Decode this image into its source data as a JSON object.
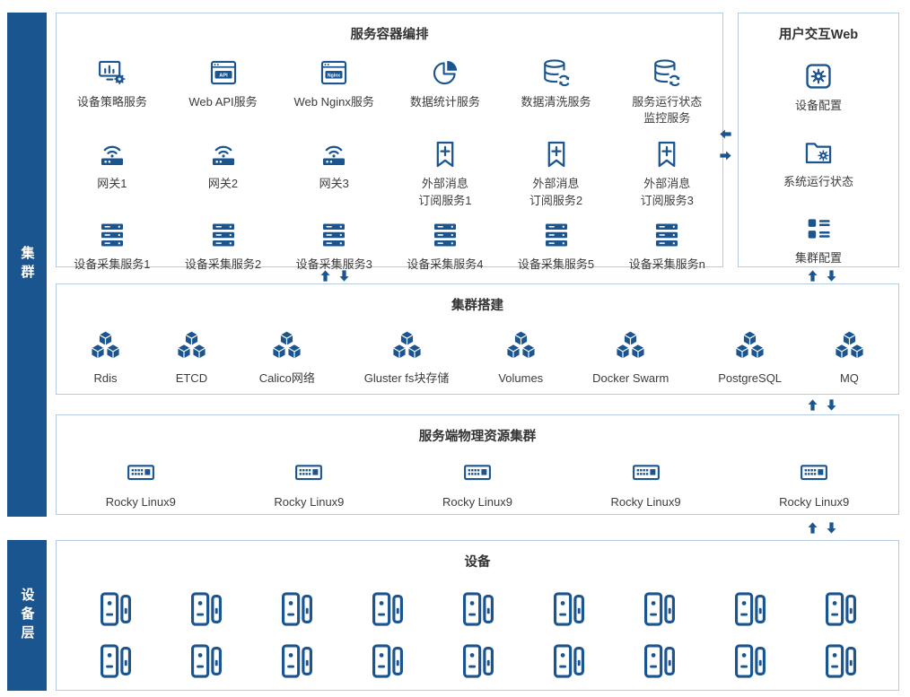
{
  "colors": {
    "primary": "#1a5590",
    "box_border": "#b5cbe0",
    "title_text": "#333333",
    "label_text": "#3c3c3c"
  },
  "sidebars": {
    "cluster": "集群",
    "device_layer": "设备层"
  },
  "orchestration": {
    "title": "服务容器编排",
    "row1": [
      {
        "label": "设备策略服务",
        "icon": "monitor-stats-gear-icon"
      },
      {
        "label": "Web API服务",
        "icon": "browser-window-icon",
        "badge": "API"
      },
      {
        "label": "Web Nginx服务",
        "icon": "browser-window-icon",
        "badge": "Nginx"
      },
      {
        "label": "数据统计服务",
        "icon": "pie-chart-icon"
      },
      {
        "label": "数据清洗服务",
        "icon": "database-sync-icon"
      },
      {
        "label": "服务运行状态\n监控服务",
        "icon": "database-sync-icon"
      }
    ],
    "row2": [
      {
        "label": "网关1",
        "icon": "gateway-icon"
      },
      {
        "label": "网关2",
        "icon": "gateway-icon"
      },
      {
        "label": "网关3",
        "icon": "gateway-icon"
      },
      {
        "label": "外部消息\n订阅服务1",
        "icon": "bookmark-plus-icon"
      },
      {
        "label": "外部消息\n订阅服务2",
        "icon": "bookmark-plus-icon"
      },
      {
        "label": "外部消息\n订阅服务3",
        "icon": "bookmark-plus-icon"
      }
    ],
    "row3": [
      {
        "label": "设备采集服务1",
        "icon": "server-stack-icon"
      },
      {
        "label": "设备采集服务2",
        "icon": "server-stack-icon"
      },
      {
        "label": "设备采集服务3",
        "icon": "server-stack-icon"
      },
      {
        "label": "设备采集服务4",
        "icon": "server-stack-icon"
      },
      {
        "label": "设备采集服务5",
        "icon": "server-stack-icon"
      },
      {
        "label": "设备采集服务n",
        "icon": "server-stack-icon"
      }
    ]
  },
  "web_panel": {
    "title": "用户交互Web",
    "items": [
      {
        "label": "设备配置",
        "icon": "gear-square-icon"
      },
      {
        "label": "系统运行状态",
        "icon": "folder-gear-icon"
      },
      {
        "label": "集群配置",
        "icon": "cluster-config-icon"
      }
    ]
  },
  "cluster_setup": {
    "title": "集群搭建",
    "items": [
      {
        "label": "Rdis",
        "icon": "cubes-icon"
      },
      {
        "label": "ETCD",
        "icon": "cubes-icon"
      },
      {
        "label": "Calico网络",
        "icon": "cubes-icon"
      },
      {
        "label": "Gluster fs块存储",
        "icon": "cubes-icon"
      },
      {
        "label": "Volumes",
        "icon": "cubes-icon"
      },
      {
        "label": "Docker Swarm",
        "icon": "cubes-icon"
      },
      {
        "label": "PostgreSQL",
        "icon": "cubes-icon"
      },
      {
        "label": "MQ",
        "icon": "cubes-icon"
      }
    ]
  },
  "physical_cluster": {
    "title": "服务端物理资源集群",
    "items": [
      {
        "label": "Rocky Linux9",
        "icon": "computer-icon"
      },
      {
        "label": "Rocky Linux9",
        "icon": "computer-icon"
      },
      {
        "label": "Rocky Linux9",
        "icon": "computer-icon"
      },
      {
        "label": "Rocky Linux9",
        "icon": "computer-icon"
      },
      {
        "label": "Rocky Linux9",
        "icon": "computer-icon"
      }
    ]
  },
  "devices": {
    "title": "设备",
    "device_count": 18,
    "icon": "access-device-icon"
  }
}
